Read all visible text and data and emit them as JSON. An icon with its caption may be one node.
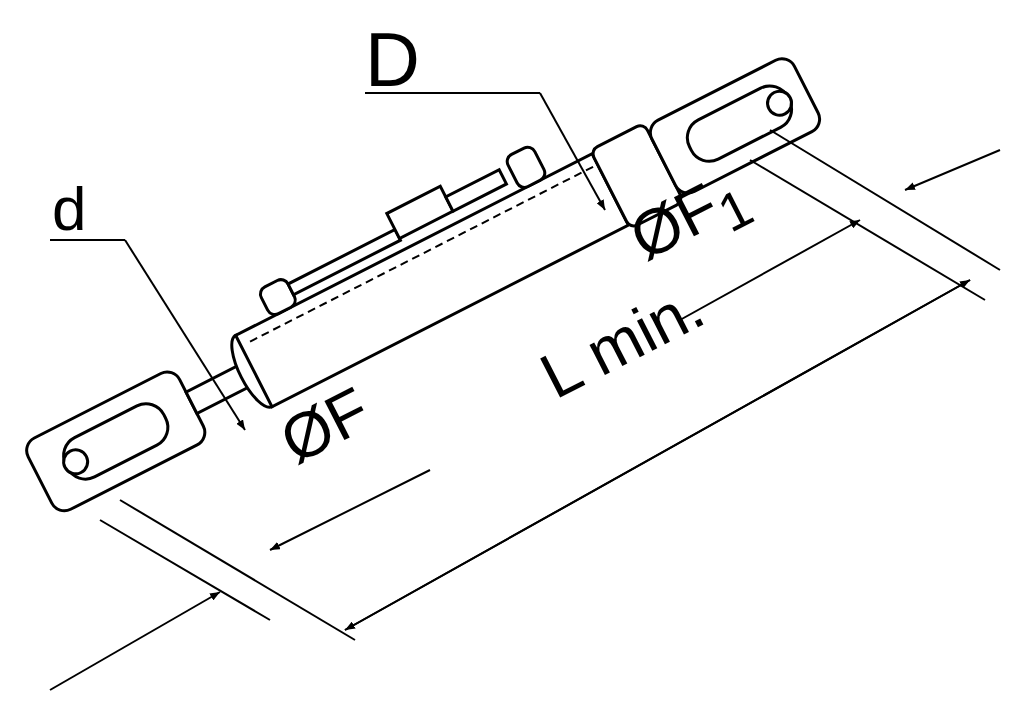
{
  "diagram": {
    "labels": [
      "D",
      "d",
      "ØF$_{1}$",
      "L min.",
      "ØF"
    ]
  }
}
